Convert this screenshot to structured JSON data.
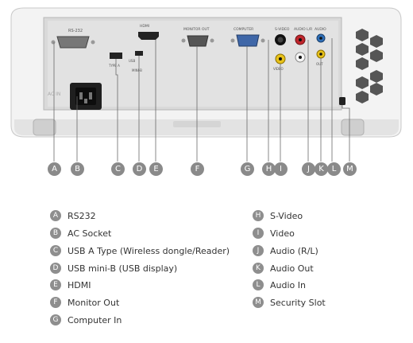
{
  "port_letters": [
    "A",
    "B",
    "C",
    "D",
    "E",
    "F",
    "G",
    "H",
    "I",
    "J",
    "K",
    "L",
    "M"
  ],
  "panel_labels": {
    "rs232": "RS-232",
    "hdmi": "HDMI",
    "monitor_out": "MONITOR OUT",
    "computer": "COMPUTER",
    "svideo": "S-VIDEO",
    "audio_lr": "AUDIO L/R",
    "audio_out": "AUDIO",
    "usb_a": "TYPE A",
    "mini_b": "MINI-B",
    "usb": "USB",
    "video": "VIDEO",
    "out": "OUT",
    "ac": "AC IN"
  },
  "legend": [
    {
      "letter": "A",
      "label": "RS232"
    },
    {
      "letter": "B",
      "label": "AC Socket"
    },
    {
      "letter": "C",
      "label": "USB A Type (Wireless dongle/Reader)"
    },
    {
      "letter": "D",
      "label": "USB mini-B (USB display)"
    },
    {
      "letter": "E",
      "label": "HDMI"
    },
    {
      "letter": "F",
      "label": "Monitor Out"
    },
    {
      "letter": "G",
      "label": "Computer In"
    },
    {
      "letter": "H",
      "label": "S-Video"
    },
    {
      "letter": "I",
      "label": "Video"
    },
    {
      "letter": "J",
      "label": "Audio (R/L)"
    },
    {
      "letter": "K",
      "label": "Audio Out"
    },
    {
      "letter": "L",
      "label": "Audio In"
    },
    {
      "letter": "M",
      "label": "Security Slot"
    }
  ],
  "colors": {
    "badge": "#8e8e8e",
    "body": "#f2f2f2",
    "panel": "#dcdcdc",
    "jack_yellow": "#e8c21a",
    "jack_red": "#c0262c",
    "jack_white": "#f5f5f5",
    "jack_blue": "#2e6fb8",
    "vga_blue": "#3f67a8"
  }
}
